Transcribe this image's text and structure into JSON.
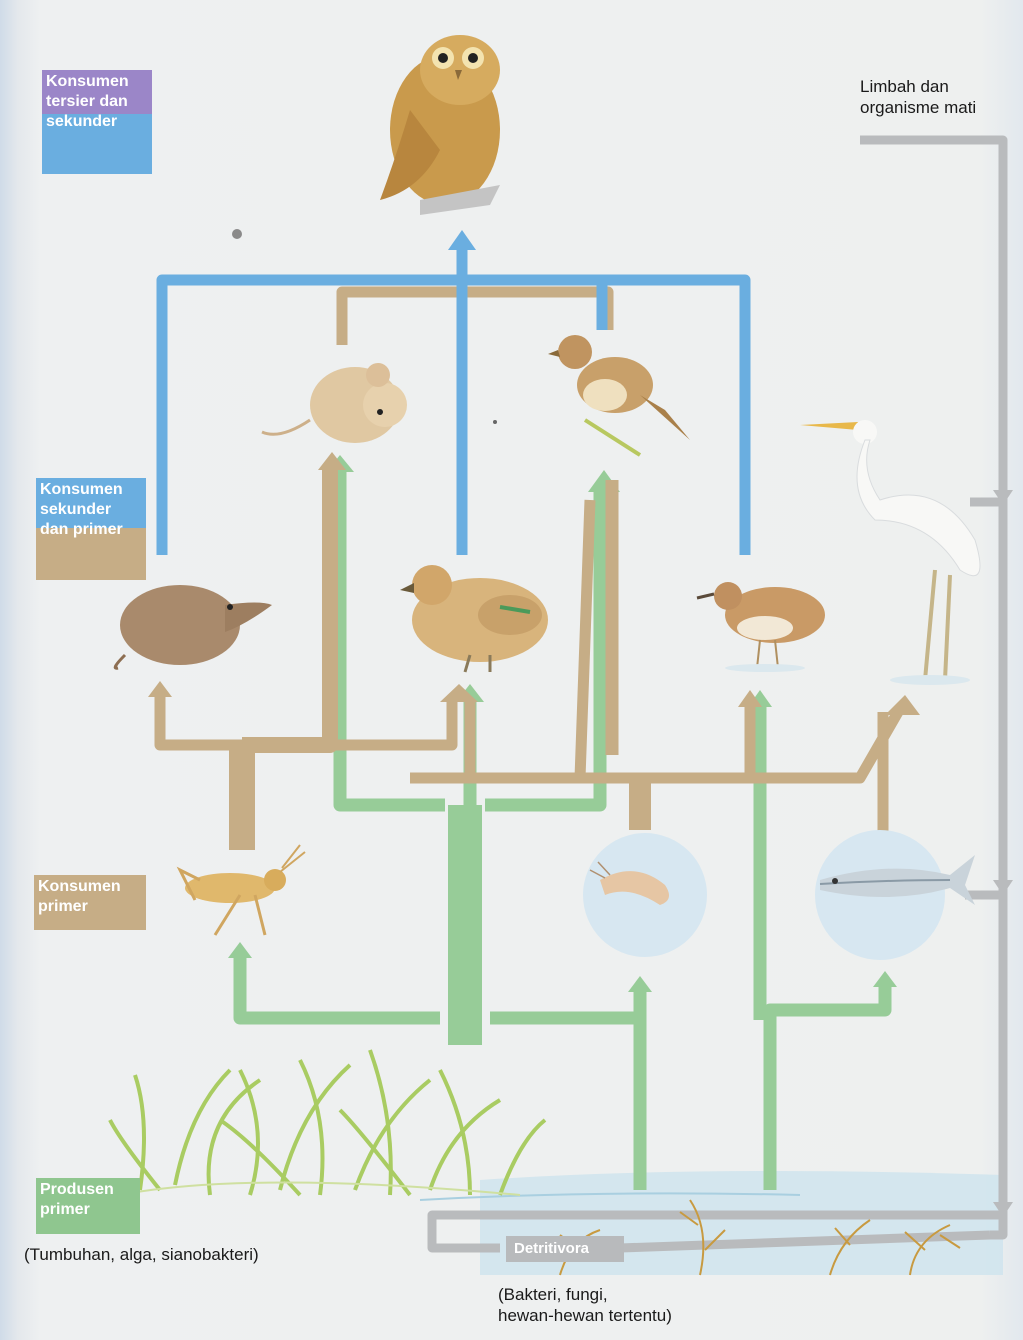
{
  "labels": {
    "tertiary_secondary": [
      "Konsumen",
      "tersier dan",
      "sekunder"
    ],
    "secondary_primary": [
      "Konsumen",
      "sekunder",
      "dan primer"
    ],
    "primary_consumer": [
      "Konsumen",
      "primer"
    ],
    "producer": [
      "Produsen",
      "primer"
    ],
    "detritivore": "Detritivora"
  },
  "captions": {
    "waste": [
      "Limbah dan",
      "organisme mati"
    ],
    "producers": "(Tumbuhan, alga, sianobakteri)",
    "detritivores": [
      "(Bakteri, fungi,",
      "hewan-hewan tertentu)"
    ]
  },
  "colors": {
    "tertiary": "#9b86c8",
    "secondary": "#6aaee0",
    "primary": "#c6ad86",
    "producer": "#8fc68f",
    "detritus": "#b8babc",
    "arrow_blue": "#6aaee0",
    "arrow_tan": "#c6ad86",
    "arrow_green": "#97cc98",
    "arrow_gray": "#b9bbbd"
  },
  "organisms": [
    {
      "name": "owl",
      "icon": "owl-icon"
    },
    {
      "name": "mouse",
      "icon": "mouse-icon"
    },
    {
      "name": "sparrow",
      "icon": "sparrow-icon"
    },
    {
      "name": "egret",
      "icon": "egret-icon"
    },
    {
      "name": "shrew",
      "icon": "shrew-icon"
    },
    {
      "name": "duck",
      "icon": "duck-icon"
    },
    {
      "name": "sandpiper",
      "icon": "sandpiper-icon"
    },
    {
      "name": "grasshopper",
      "icon": "grasshopper-icon"
    },
    {
      "name": "shrimp",
      "icon": "shrimp-icon"
    },
    {
      "name": "fish",
      "icon": "fish-icon"
    },
    {
      "name": "grass",
      "icon": "grass-icon"
    },
    {
      "name": "seaweed",
      "icon": "seaweed-icon"
    }
  ]
}
